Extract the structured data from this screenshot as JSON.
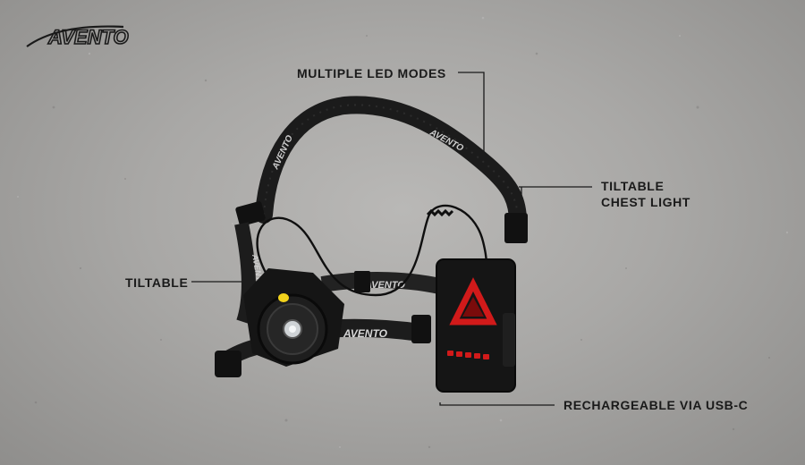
{
  "brand": {
    "name": "AVENTO"
  },
  "callouts": {
    "led_modes": "MULTIPLE LED MODES",
    "chest_light_line1": "TILTABLE",
    "chest_light_line2": "CHEST LIGHT",
    "tiltable": "TILTABLE",
    "usb": "RECHARGEABLE VIA USB-C"
  },
  "product": {
    "strap_print": "AVENTO",
    "colors": {
      "strap": "#1c1c1c",
      "led_red": "#d11a1a",
      "lens_yellow": "#f2d21c",
      "background": "#a9a8a6"
    }
  }
}
